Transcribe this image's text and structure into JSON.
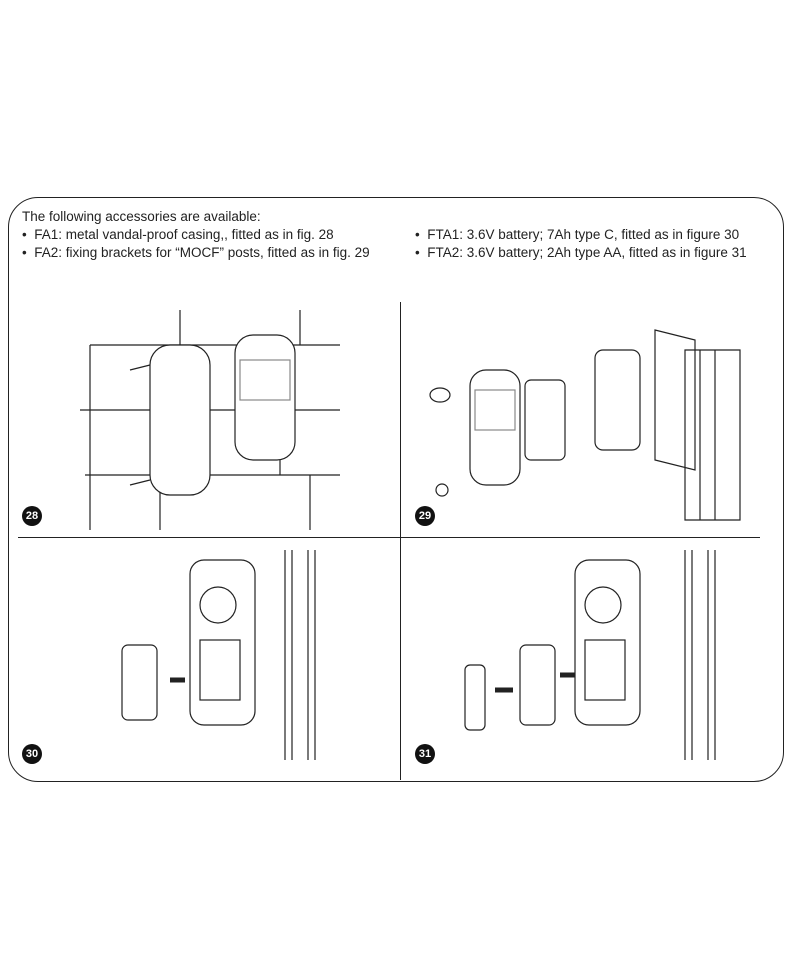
{
  "intro": "The following accessories are available:",
  "left_items": [
    "FA1: metal vandal-proof casing,, fitted as in fig. 28",
    "FA2: fixing brackets for “MOCF” posts, fitted as in fig. 29"
  ],
  "right_items": [
    "FTA1: 3.6V battery; 7Ah type C, fitted as in figure 30",
    "FTA2: 3.6V battery; 2Ah type AA, fitted as in figure 31"
  ],
  "figures": [
    "28",
    "29",
    "30",
    "31"
  ]
}
